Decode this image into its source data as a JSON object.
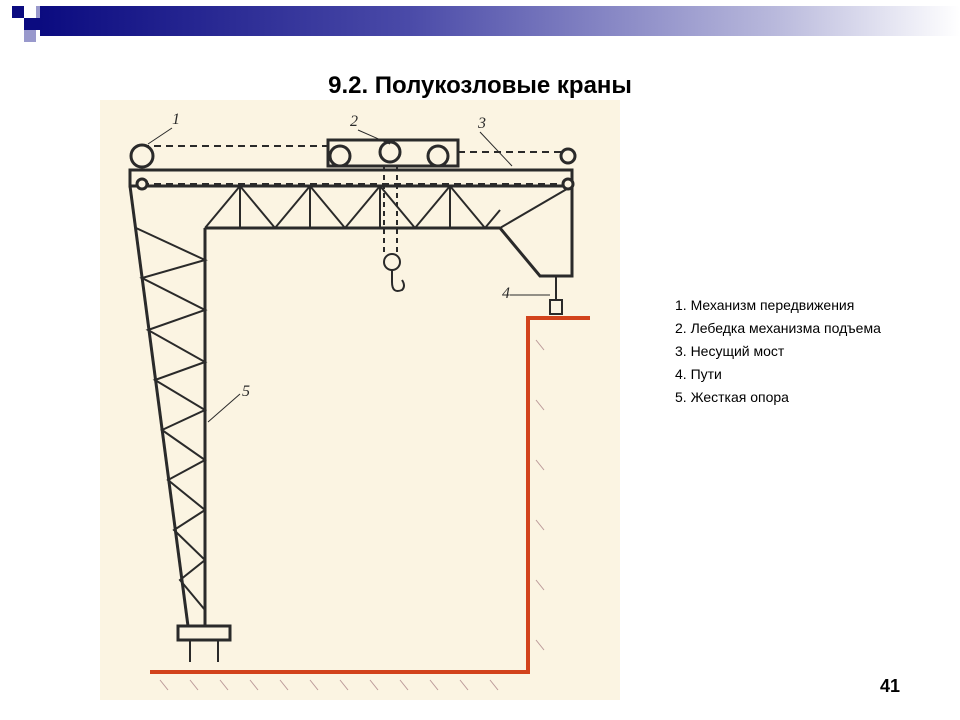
{
  "slide": {
    "title": "9.2. Полукозловые краны",
    "page_number": "41"
  },
  "legend": {
    "items": [
      "1. Механизм передвижения",
      "2. Лебедка механизма подъема",
      "3. Несущий мост",
      "4. Пути",
      "5. Жесткая опора"
    ]
  },
  "drawing": {
    "callouts": [
      "1",
      "2",
      "3",
      "4",
      "5"
    ]
  },
  "colors": {
    "header_dark": "#0b0b80",
    "header_mid": "#7b7bc0",
    "rail": "#d2431c",
    "ink": "#2a2a2a",
    "paper": "#fbf4e2"
  }
}
